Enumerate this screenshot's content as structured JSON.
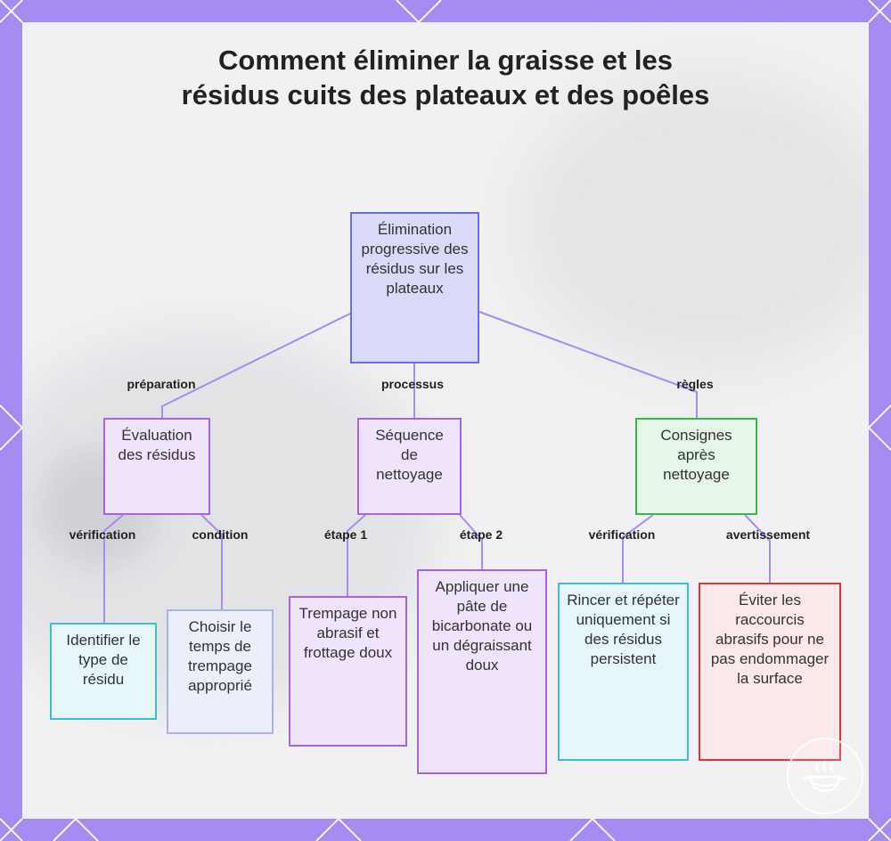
{
  "title": "Comment éliminer la graisse et les résidus cuits des plateaux et des poêles",
  "colors": {
    "frame": "#a58cf2",
    "connector": "#a78bf0",
    "root_border": "#6b6ce0",
    "root_fill": "#d8daf8",
    "purple_border": "#a463e8",
    "purple_fill": "#efe4fb",
    "green_border": "#3bb550",
    "green_fill": "#e6f7e8",
    "cyan_border": "#3cbcd6",
    "cyan_fill": "#e6f6fa",
    "lavender_border": "#aab0e8",
    "lavender_fill": "#eceefa",
    "red_border": "#d9333f",
    "red_fill": "#fbe8ea"
  },
  "nodes": {
    "root": "Élimination progressive des résidus sur les plateaux",
    "evaluation": "Évaluation des résidus",
    "sequence": "Séquence de nettoyage",
    "consignes": "Consignes après nettoyage",
    "identifier": "Identifier le type de résidu",
    "choisir": "Choisir le temps de trempage approprié",
    "trempage": "Trempage non abrasif et frottage doux",
    "appliquer": "Appliquer une pâte de bicarbonate ou un dégraissant doux",
    "rincer": "Rincer et répéter uniquement si des résidus persistent",
    "eviter": "Éviter les raccourcis abrasifs pour ne pas endommager la surface"
  },
  "edges": {
    "preparation": "préparation",
    "processus": "processus",
    "regles": "règles",
    "verification_1": "vérification",
    "condition": "condition",
    "etape_1": "étape 1",
    "etape_2": "étape 2",
    "verification_2": "vérification",
    "avertissement": "avertissement"
  },
  "logo_icon": "cooking-pot-logo-icon"
}
